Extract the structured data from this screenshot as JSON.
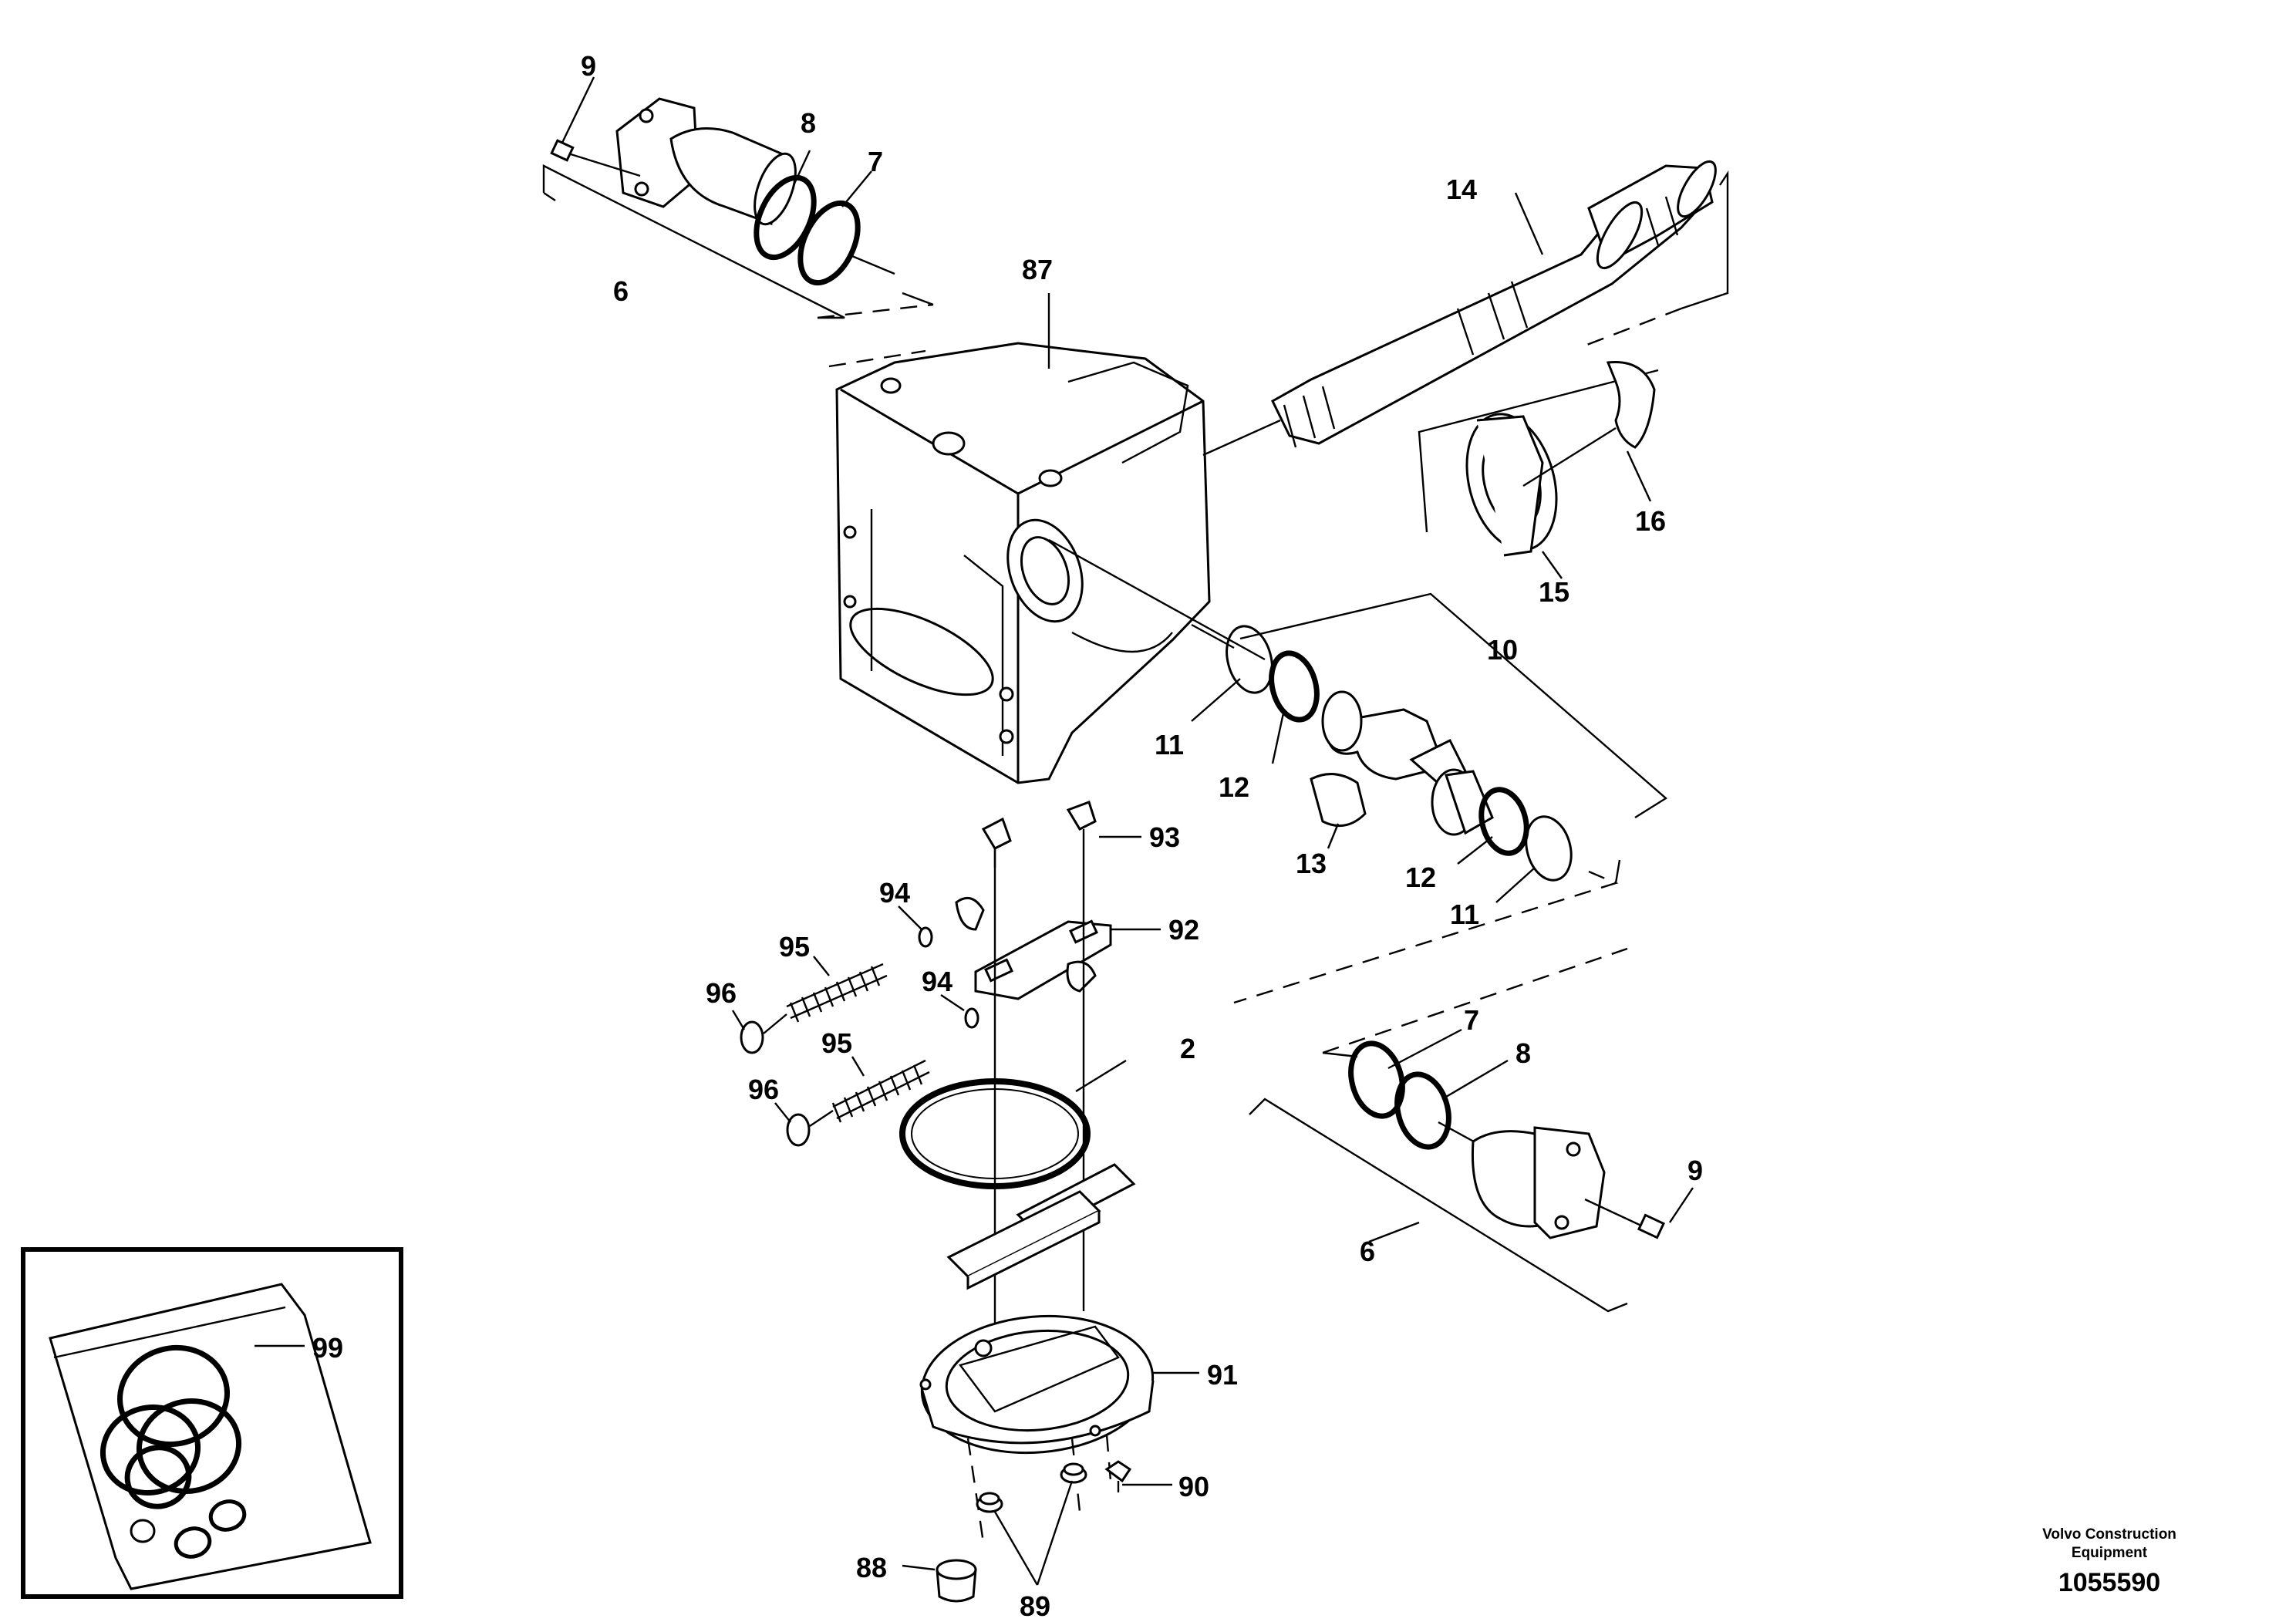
{
  "diagram": {
    "callouts": {
      "c9_top": "9",
      "c8_top": "8",
      "c7_top": "7",
      "c6_top": "6",
      "c87": "87",
      "c14": "14",
      "c16": "16",
      "c15": "15",
      "c10": "10",
      "c11_left": "11",
      "c12_left": "12",
      "c13": "13",
      "c12_right": "12",
      "c11_right": "11",
      "c93": "93",
      "c94_a": "94",
      "c92": "92",
      "c95_a": "95",
      "c96_a": "96",
      "c94_b": "94",
      "c95_b": "95",
      "c96_b": "96",
      "c2": "2",
      "c7_bot": "7",
      "c8_bot": "8",
      "c9_bot": "9",
      "c6_bot": "6",
      "c99": "99",
      "c91": "91",
      "c90": "90",
      "c88": "88",
      "c89": "89"
    },
    "credit_line1": "Volvo Construction",
    "credit_line2": "Equipment",
    "document_number": "1055590"
  }
}
